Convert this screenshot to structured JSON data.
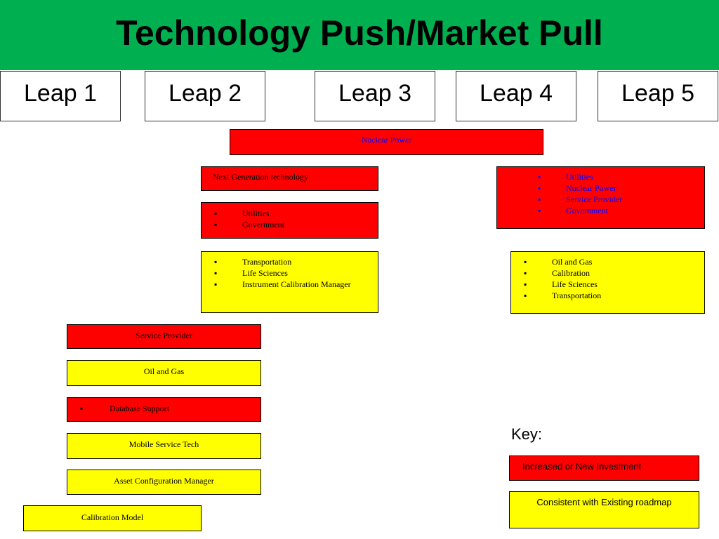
{
  "title": "Technology Push/Market Pull",
  "leaps": [
    "Leap 1",
    "Leap 2",
    "Leap 3",
    "Leap 4",
    "Leap 5"
  ],
  "boxes": {
    "nuclear_power": "Nuclear Power",
    "next_gen": "Next Generation technology",
    "leap2_red_list": [
      "Utilities",
      "Government"
    ],
    "leap2_yellow_list": [
      "Transportation",
      "Life Sciences",
      "Instrument Calibration Manager"
    ],
    "leap5_red_list": [
      "Utilities",
      "Nuclear Power",
      "Service Provider",
      "Government"
    ],
    "leap5_yellow_list": [
      "Oil and Gas",
      "Calibration",
      "Life Sciences",
      "Transportation"
    ],
    "service_provider": "Service Provider",
    "oil_gas": "Oil and Gas",
    "database_support": "Database Support",
    "mobile_service_tech": "Mobile Service Tech",
    "asset_config": "Asset Configuration Manager",
    "calibration_model": "Calibration Model"
  },
  "key": {
    "label": "Key:",
    "red": "Increased or New Investment",
    "yellow": "Consistent with Existing roadmap"
  },
  "colors": {
    "header": "#00b050",
    "increased": "#ff0000",
    "consistent": "#ffff00"
  }
}
